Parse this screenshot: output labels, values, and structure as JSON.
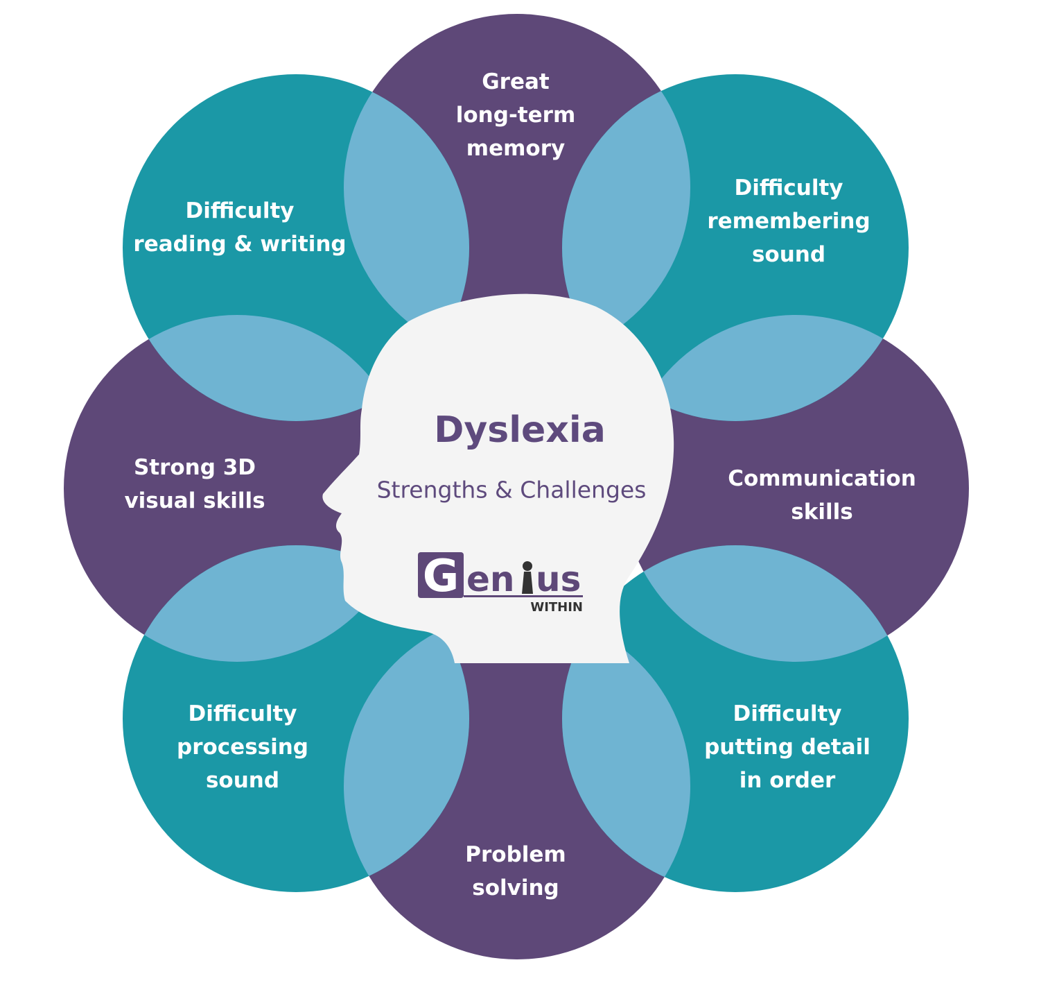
{
  "center": {
    "title": "Dyslexia",
    "subtitle": "Strengths & Challenges"
  },
  "logo": {
    "wordmark": "Genius",
    "tagline": "WITHIN"
  },
  "colors": {
    "strength_purple": "#5e4878",
    "challenge_teal": "#1b98a6",
    "overlap_light_blue": "#6fb4d2",
    "head_fill": "#f4f4f4",
    "title_purple": "#5e4a7d"
  },
  "petals": [
    {
      "id": "top",
      "kind": "strength",
      "label": "Great\nlong-term\nmemory"
    },
    {
      "id": "top-right",
      "kind": "challenge",
      "label": "Difficulty\nremembering\nsound"
    },
    {
      "id": "right",
      "kind": "strength",
      "label": "Communication\nskills"
    },
    {
      "id": "bottom-right",
      "kind": "challenge",
      "label": "Difficulty\nputting detail\nin order"
    },
    {
      "id": "bottom",
      "kind": "strength",
      "label": "Problem\nsolving"
    },
    {
      "id": "bottom-left",
      "kind": "challenge",
      "label": "Difficulty\nprocessing\nsound"
    },
    {
      "id": "left",
      "kind": "strength",
      "label": "Strong 3D\nvisual skills"
    },
    {
      "id": "top-left",
      "kind": "challenge",
      "label": "Difficulty\nreading & writing"
    }
  ]
}
